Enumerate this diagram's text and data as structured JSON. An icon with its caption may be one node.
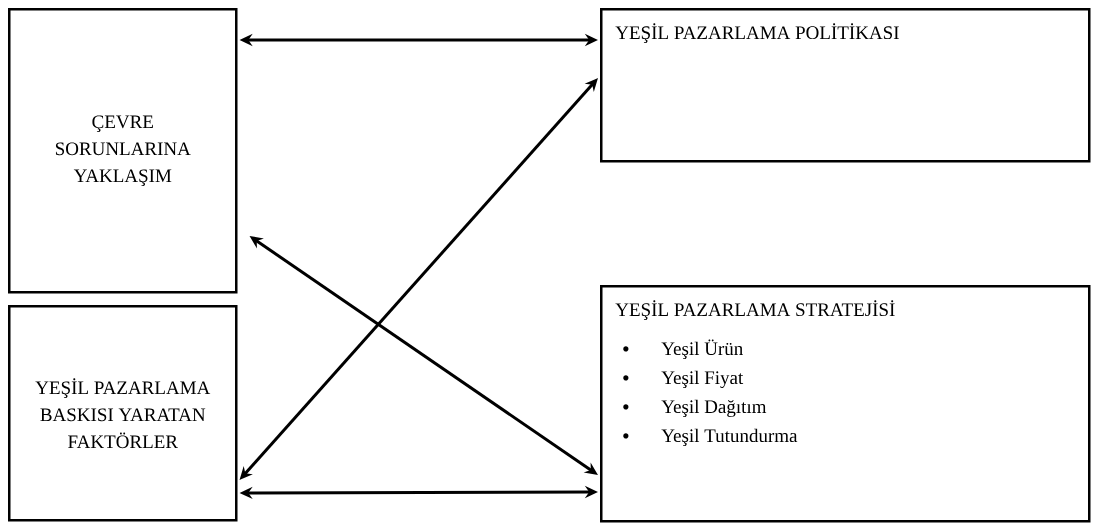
{
  "diagram": {
    "nodes": [
      {
        "text": [
          "ÇEVRE SORUNLARINA YAKLAŞIM"
        ]
      },
      {
        "text": [
          "YEŞİL PAZARLAMA POLİTİKASI"
        ]
      },
      {
        "text": [
          "YEŞİL PAZARLAMA BASKISI YARATAN FAKTÖRLER"
        ]
      },
      {
        "text": [
          "YEŞİL PAZARLAMA STRATEJİSİ",
          "Yeşil Ürün",
          "Yeşil Fiyat",
          "Yeşil Dağıtım",
          "Yeşil Tutundurma"
        ]
      }
    ],
    "edges": [
      {
        "from": 0,
        "to": 1,
        "arrow": "both"
      },
      {
        "from": 0,
        "to": 3,
        "arrow": "both"
      },
      {
        "from": 2,
        "to": 1,
        "arrow": "both"
      },
      {
        "from": 2,
        "to": 3,
        "arrow": "both"
      }
    ]
  }
}
